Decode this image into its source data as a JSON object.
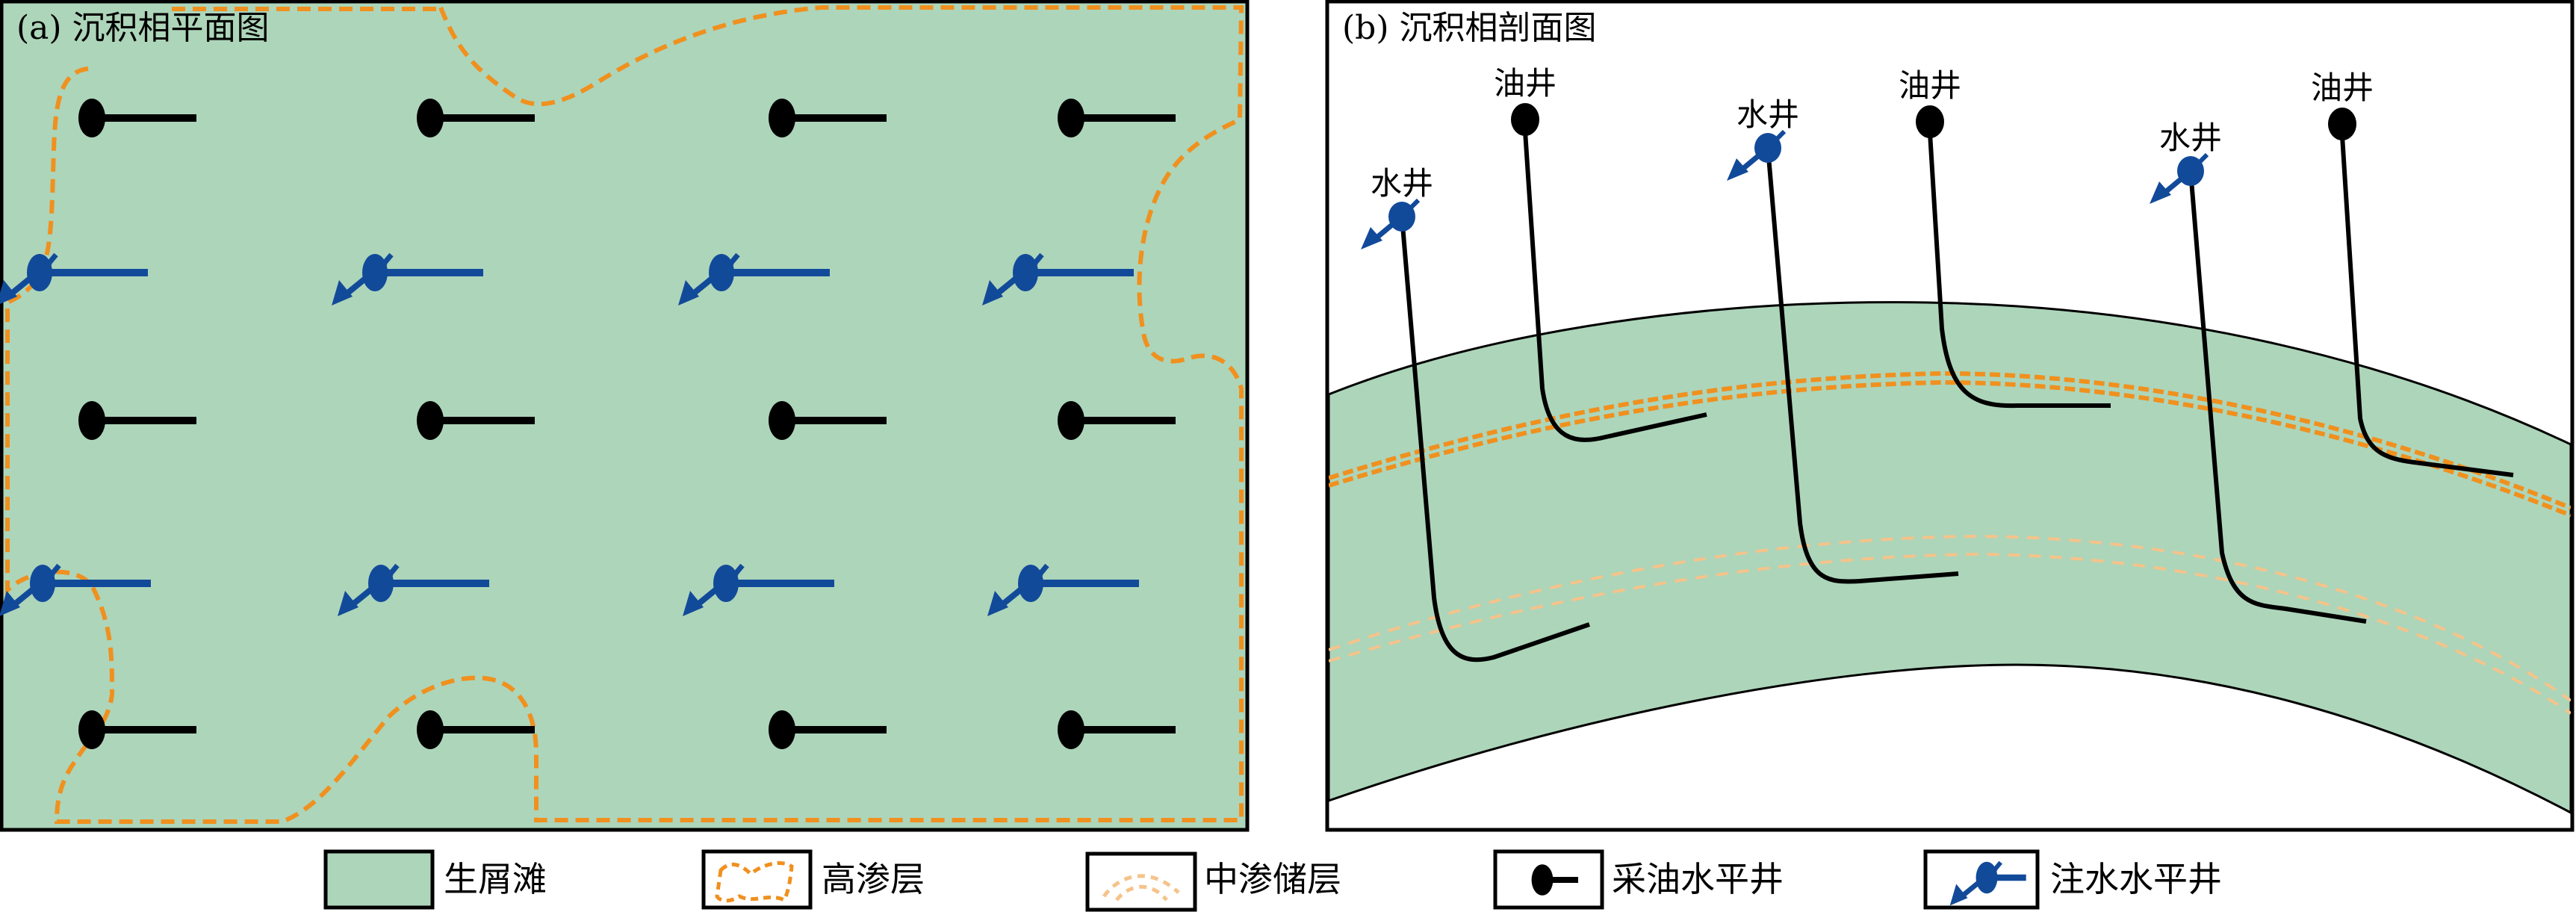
{
  "colors": {
    "facies_fill": "#ADD5BA",
    "high_perm": "#F0901E",
    "mid_perm": "#F5C38A",
    "oil_well": "#000000",
    "injection_well": "#124A9A",
    "border": "#000000"
  },
  "panel_a": {
    "title": "(a) 沉积相平面图",
    "oil_well_grid": {
      "rows": 3,
      "cols": 4,
      "symbol": "oil-producer-horizontal"
    },
    "injection_well_grid": {
      "rows": 2,
      "cols": 4,
      "symbol": "water-injector-horizontal"
    }
  },
  "panel_b": {
    "title": "(b) 沉积相剖面图",
    "wells": [
      {
        "type": "injection",
        "label": "水井"
      },
      {
        "type": "oil",
        "label": "油井"
      },
      {
        "type": "injection",
        "label": "水井"
      },
      {
        "type": "oil",
        "label": "油井"
      },
      {
        "type": "injection",
        "label": "水井"
      },
      {
        "type": "oil",
        "label": "油井"
      }
    ]
  },
  "legend": [
    {
      "key": "facies",
      "label": "生屑滩",
      "icon": "green-fill-swatch"
    },
    {
      "key": "high_perm",
      "label": "高渗层",
      "icon": "orange-dashed-outline"
    },
    {
      "key": "mid_perm",
      "label": "中渗储层",
      "icon": "light-orange-dashed-arc"
    },
    {
      "key": "oil_well",
      "label": "采油水平井",
      "icon": "oil-well-symbol"
    },
    {
      "key": "injection_well",
      "label": "注水水平井",
      "icon": "injection-well-symbol"
    }
  ]
}
